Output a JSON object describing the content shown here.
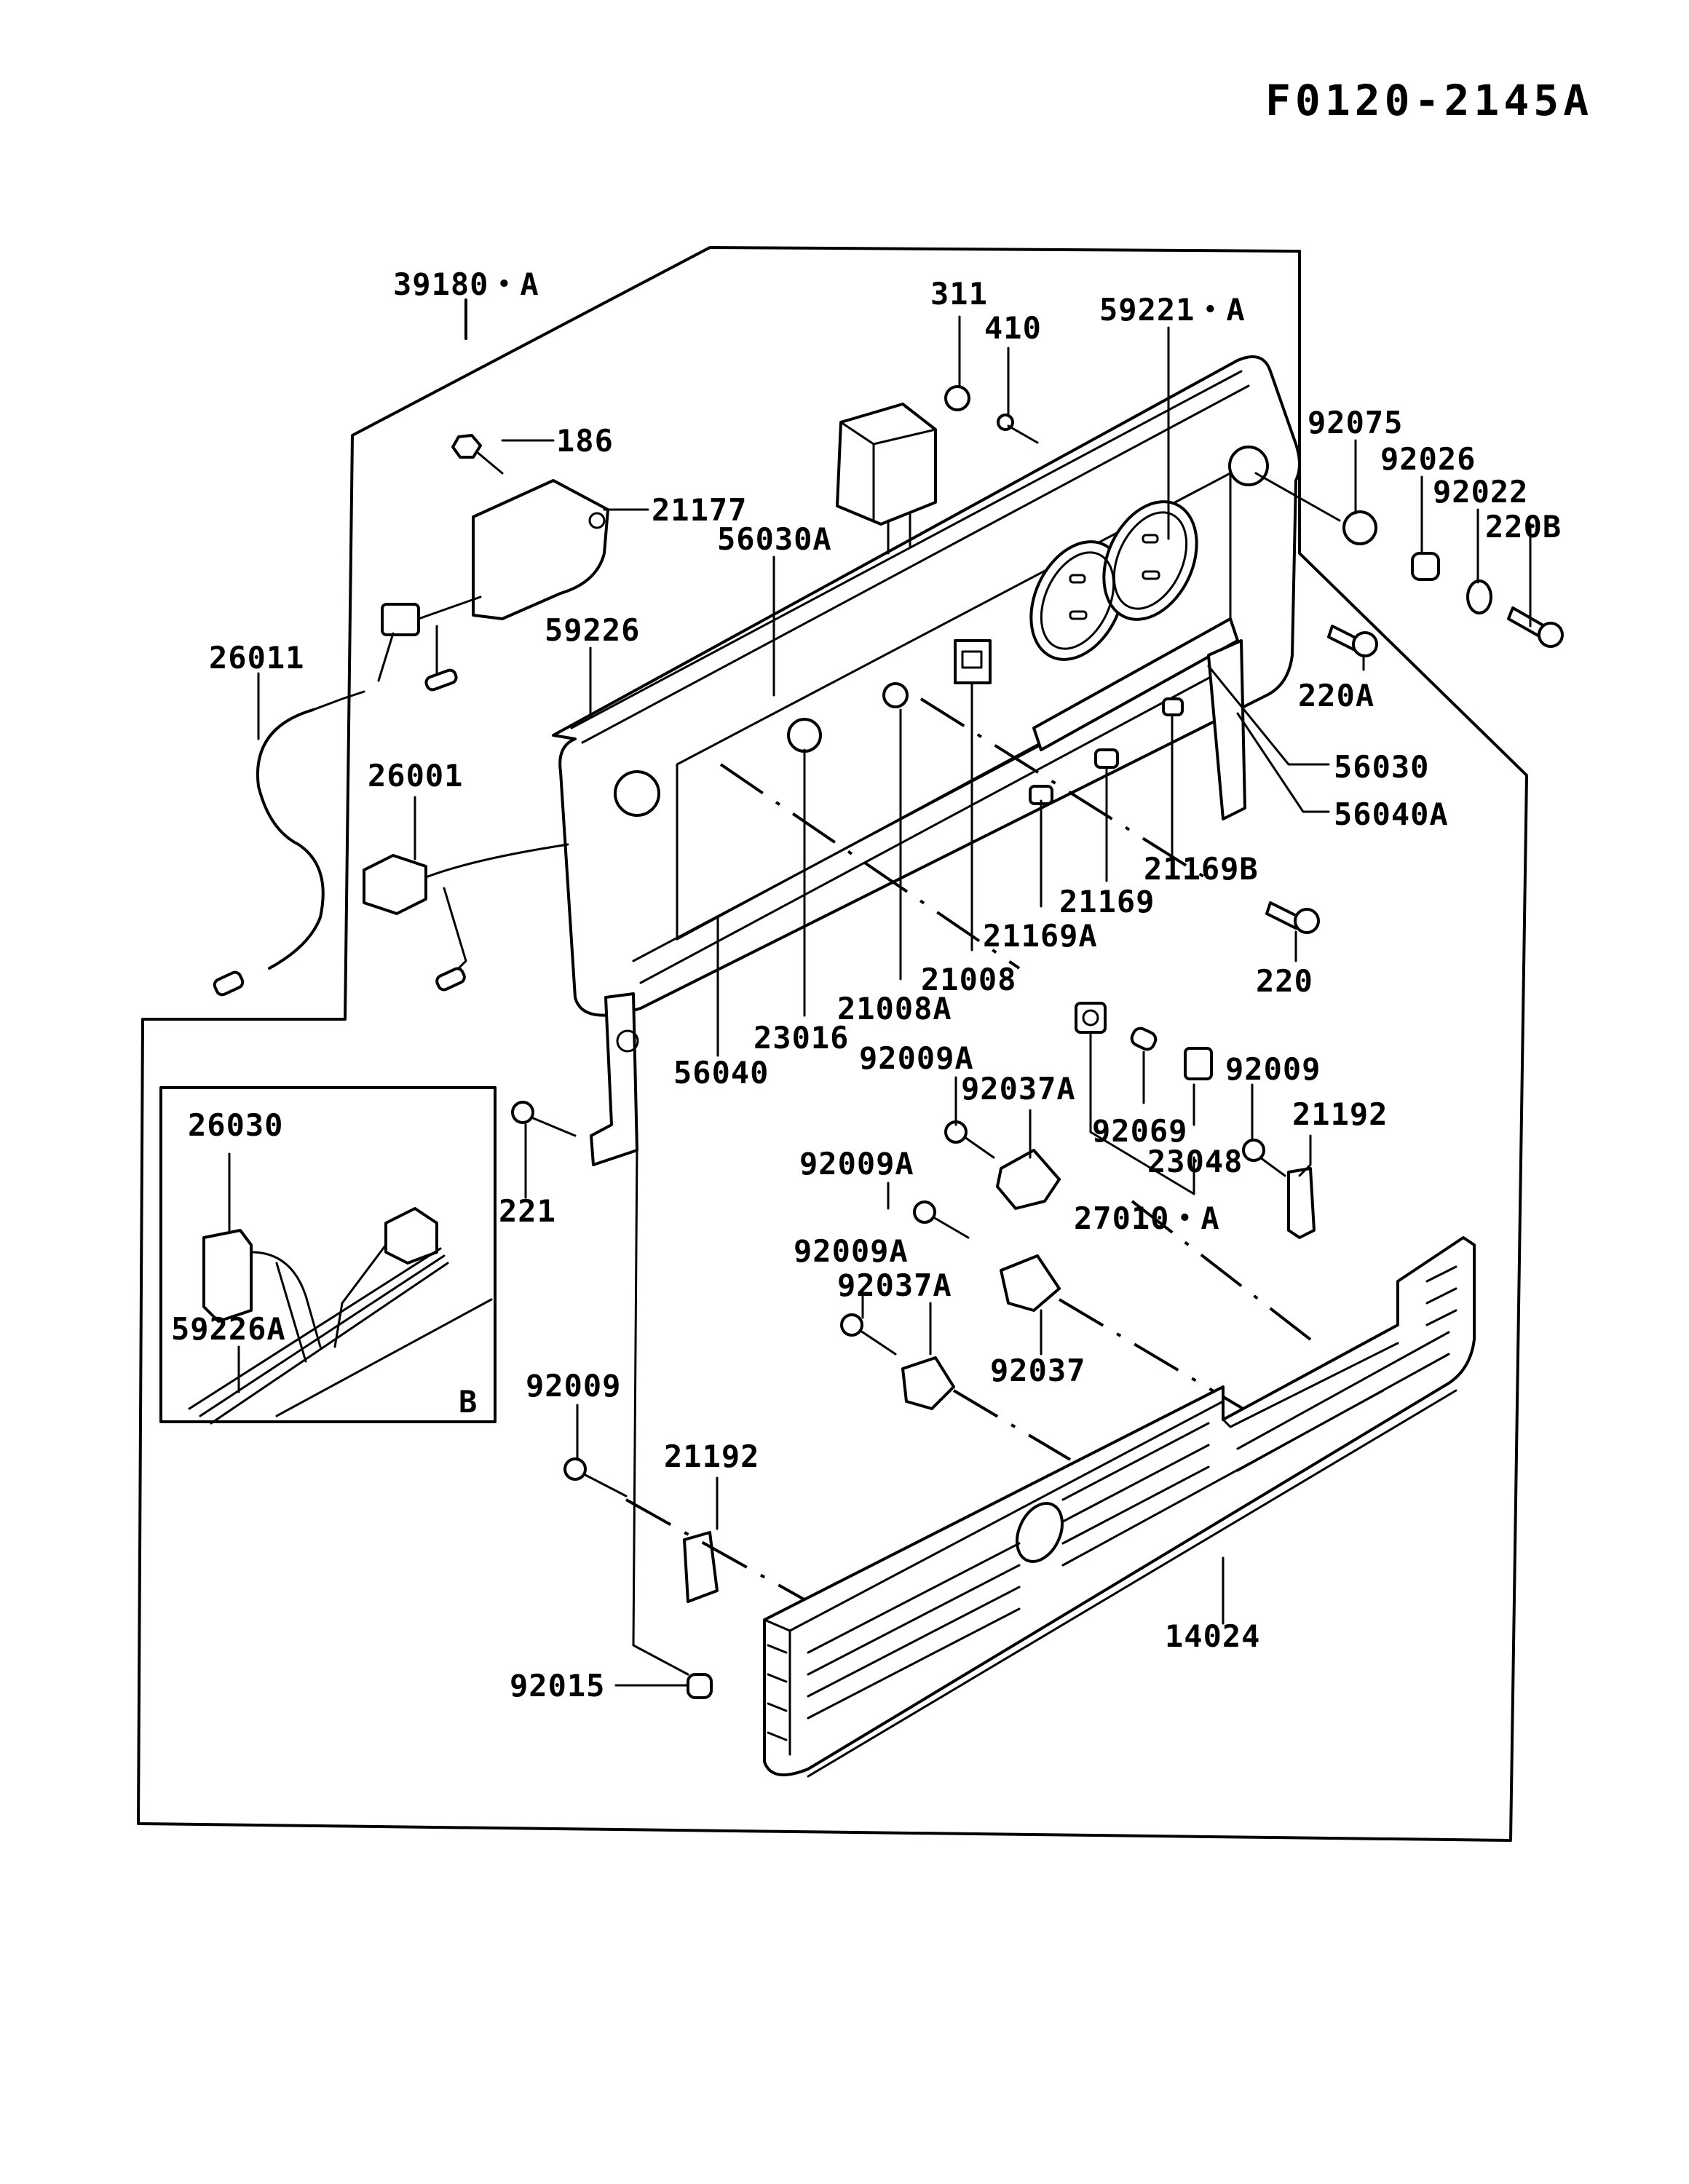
{
  "diagram_code": "F0120-2145A",
  "inset": {
    "letter": "B",
    "labels": {
      "connector": "26030",
      "harness": "59226A"
    }
  },
  "labels": {
    "assembly": "39180・A",
    "bolt_186": "186",
    "breaker": "21177",
    "nut_311": "311",
    "washer_410": "410",
    "panel_label": "59221・A",
    "grommet": "92075",
    "collar": "92026",
    "washer_92022": "92022",
    "bolt_220b": "220B",
    "bolt_220a": "220A",
    "cover_56030a": "56030A",
    "panel_59226": "59226",
    "lead_26011": "26011",
    "lead_26001": "26001",
    "cover_56030": "56030",
    "cover_56040a": "56040A",
    "meter_21169b": "21169B",
    "meter_21169": "21169",
    "meter_21169a": "21169A",
    "bolt_220": "220",
    "switch_21008": "21008",
    "switch_21008a": "21008A",
    "lamp_23016": "23016",
    "plate_56040": "56040",
    "screw_92009a_1": "92009A",
    "clamp_92037a_1": "92037A",
    "spacer_92069": "92069",
    "socket_23048": "23048",
    "screw_92009_1": "92009",
    "bracket_21192_1": "21192",
    "screw_92009a_2": "92009A",
    "wire_27010a": "27010・A",
    "bolt_221": "221",
    "screw_92009a_3": "92009A",
    "clamp_92037a_2": "92037A",
    "clamp_92037": "92037",
    "screw_92009_2": "92009",
    "bracket_21192_2": "21192",
    "grille_14024": "14024",
    "bushing_92015": "92015"
  }
}
